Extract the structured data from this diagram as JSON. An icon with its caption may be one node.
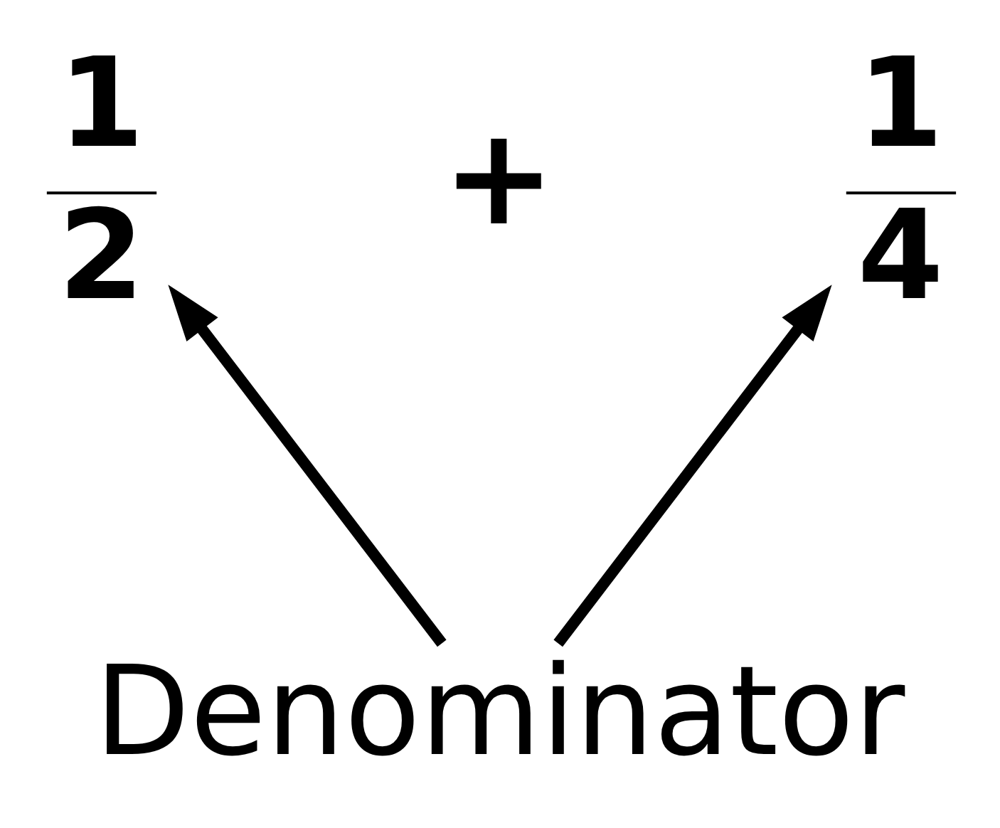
{
  "diagram": {
    "nodes": [
      {
        "text": [
          "1",
          "2"
        ]
      },
      {
        "text": [
          "1",
          "4"
        ]
      },
      {
        "text": [
          "Denominator"
        ]
      }
    ],
    "edges": [
      {
        "from": 2,
        "to": 0,
        "arrow": "to"
      },
      {
        "from": 2,
        "to": 1,
        "arrow": "to"
      }
    ],
    "labels": [
      "+"
    ]
  }
}
